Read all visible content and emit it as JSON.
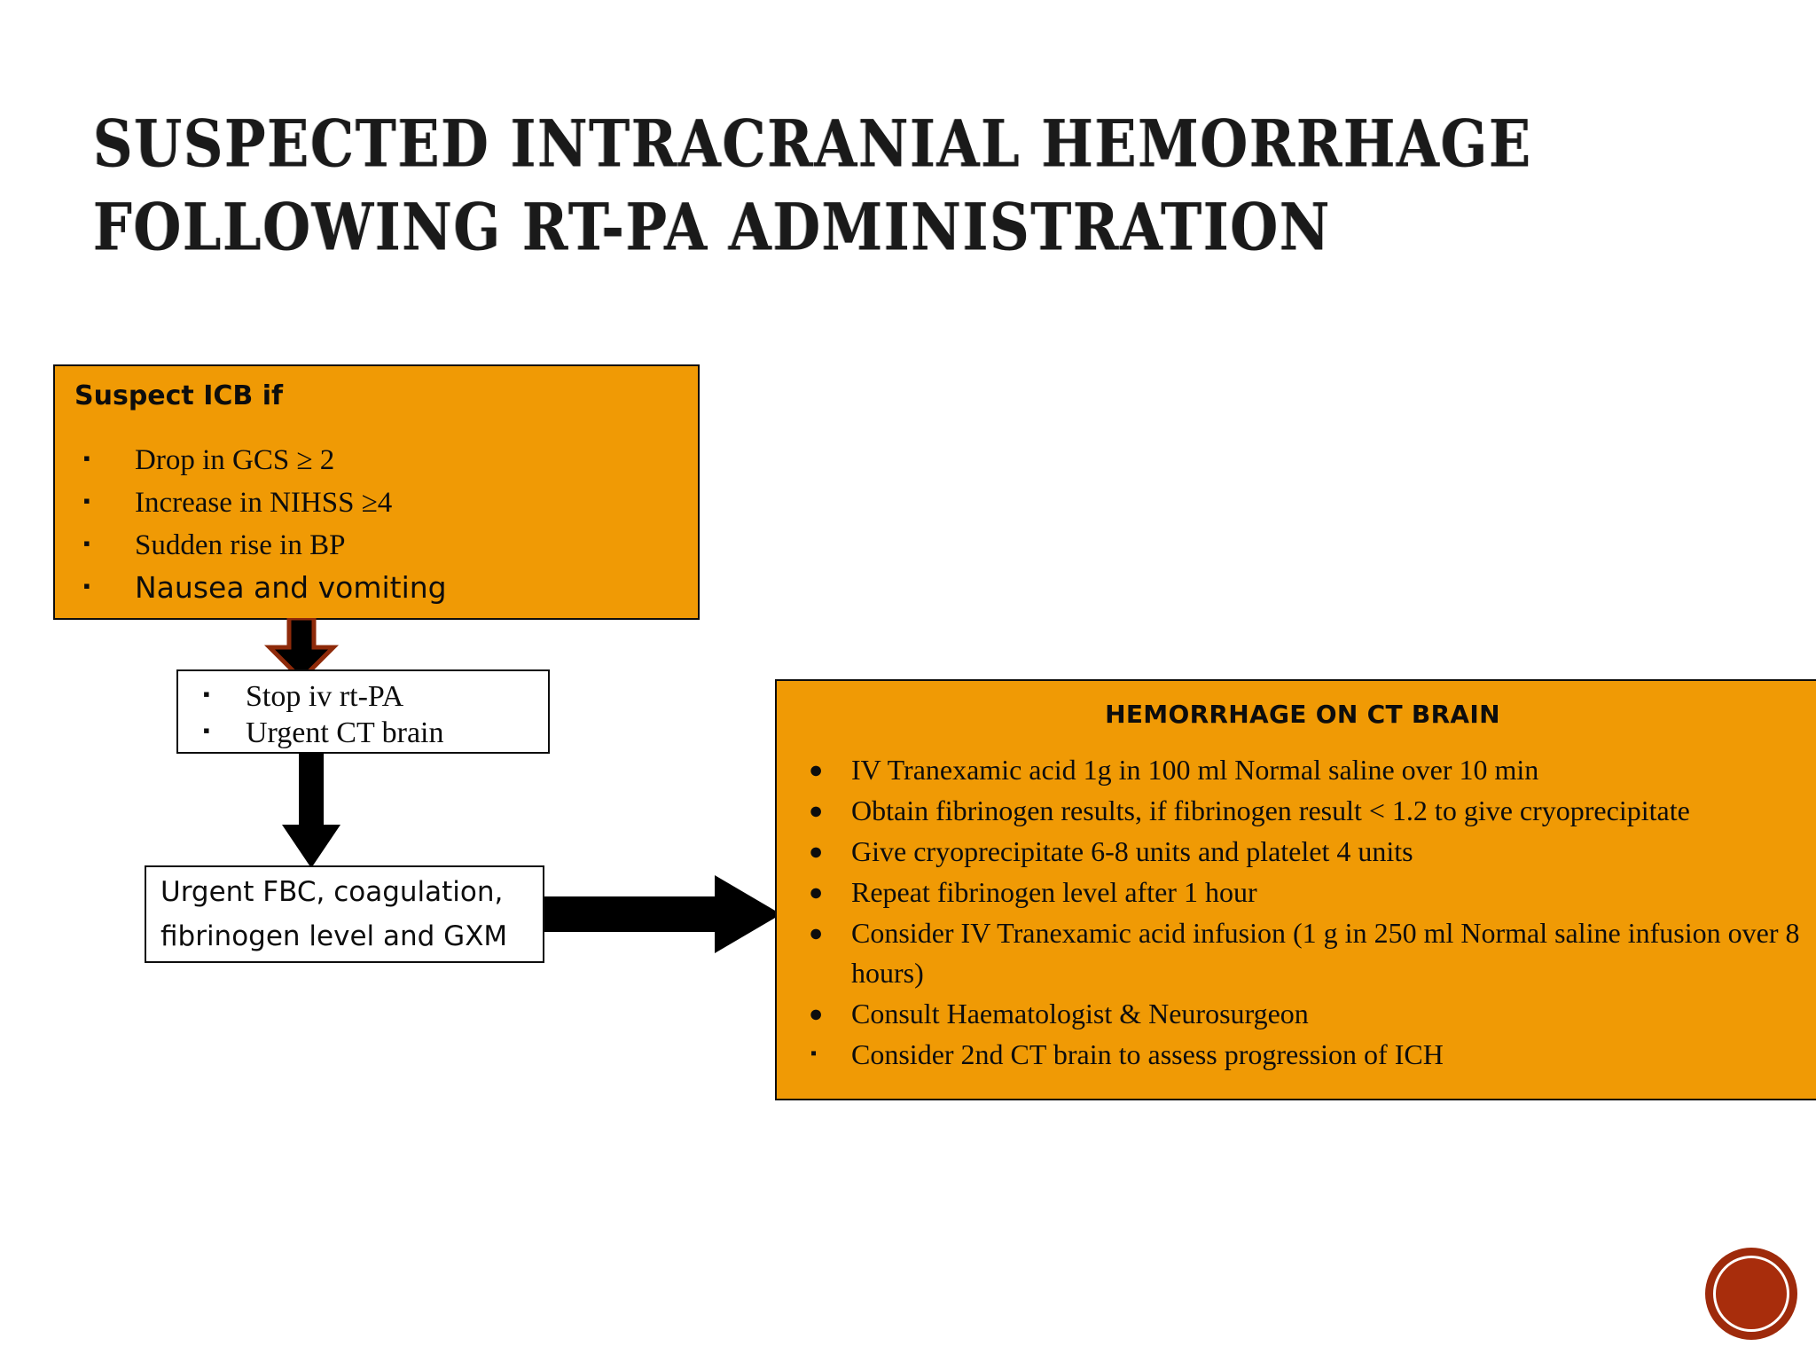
{
  "title": {
    "line1": "SUSPECTED INTRACRANIAL HEMORRHAGE",
    "line2": "FOLLOWING RT-PA ADMINISTRATION"
  },
  "colors": {
    "box_orange": "#F09A05",
    "box_border": "#0D0D0D",
    "text": "#0D0D0D",
    "arrow_black": "#000000",
    "arrow_outline_red": "#8E2A0A",
    "logo_red": "#9E2A0B",
    "background": "#FFFFFF"
  },
  "suspect_box": {
    "heading": "Suspect ICB if",
    "bullet_glyph": "▪",
    "items": [
      {
        "text": "Drop in GCS ≥ 2",
        "font": "serif"
      },
      {
        "text": "Increase in NIHSS ≥4",
        "font": "serif"
      },
      {
        "text": "Sudden rise in BP",
        "font": "serif"
      },
      {
        "text": "Nausea and vomiting",
        "font": "sans"
      }
    ]
  },
  "stop_box": {
    "bullet_glyph": "▪",
    "items": [
      {
        "text": "Stop iv rt-PA",
        "font": "serif"
      },
      {
        "text": "Urgent CT brain",
        "font": "serif"
      }
    ]
  },
  "fbc_box": {
    "line1": "Urgent FBC, coagulation,",
    "line2": "fibrinogen level and GXM"
  },
  "hemorrhage_box": {
    "heading": "HEMORRHAGE ON CT BRAIN",
    "bullet_glyph_round": "●",
    "bullet_glyph_square": "▪",
    "items": [
      {
        "text": "IV Tranexamic acid 1g in 100 ml Normal saline over 10 min",
        "bullet": "round"
      },
      {
        "text": "Obtain fibrinogen results, if fibrinogen result < 1.2 to give cryoprecipitate",
        "bullet": "round"
      },
      {
        "text": "Give cryoprecipitate 6-8 units and platelet 4 units",
        "bullet": "round"
      },
      {
        "text": "Repeat fibrinogen level after 1 hour",
        "bullet": "round"
      },
      {
        "text": "Consider IV Tranexamic acid infusion (1 g in 250 ml Normal saline infusion over 8 hours)",
        "bullet": "round"
      },
      {
        "text": "Consult Haematologist & Neurosurgeon",
        "bullet": "round"
      },
      {
        "text": "Consider 2nd CT brain to assess progression of ICH",
        "bullet": "square"
      }
    ]
  },
  "arrows": [
    {
      "name": "suspect-to-stop",
      "direction": "down",
      "style": "black-with-red-outline"
    },
    {
      "name": "stop-to-fbc",
      "direction": "down",
      "style": "black"
    },
    {
      "name": "fbc-to-hemorrhage",
      "direction": "right",
      "style": "black"
    }
  ]
}
